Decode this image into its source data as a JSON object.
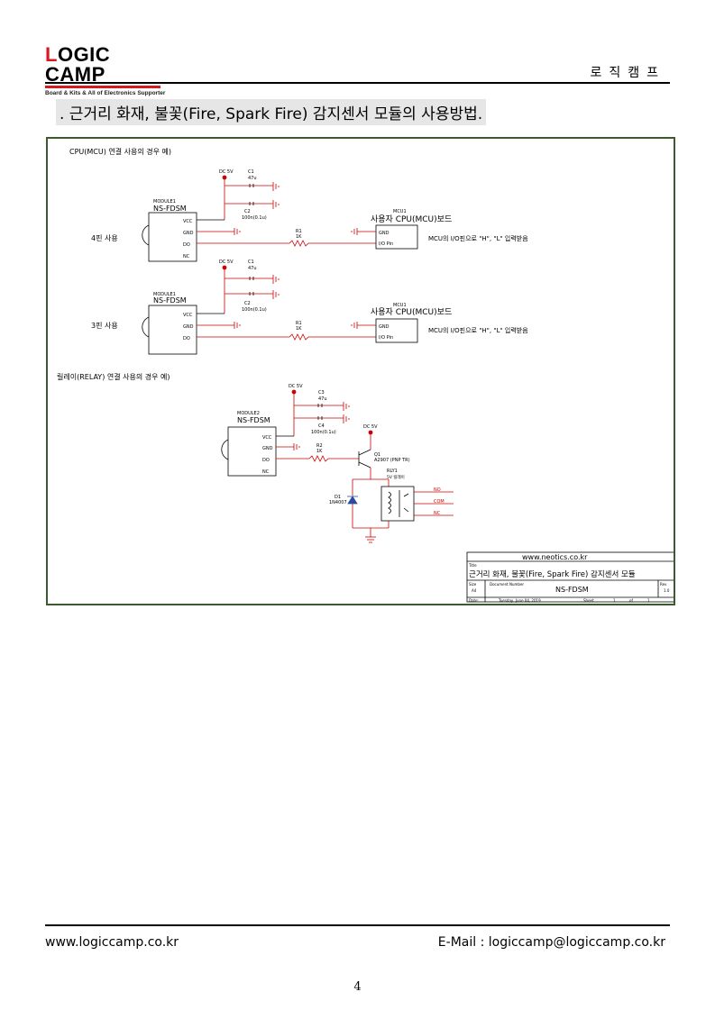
{
  "header": {
    "logo_first_letter": "L",
    "logo_rest": "OGIC CAMP",
    "logo_tagline": "Board & Kits & All of Electronics Supporter",
    "right_text": "로직캠프",
    "brand_color": "#d7191f"
  },
  "title": ". 근거리 화재, 불꽃(Fire, Spark Fire) 감지센서 모듈의 사용방법.",
  "schematic": {
    "section1_title": "CPU(MCU) 연결 사용의 경우 예)",
    "section2_title": "릴레이(RELAY) 연결 사용의 경우 예)",
    "circuit_a": {
      "side_label": "4핀 사용",
      "power": "DC 5V",
      "c1_ref": "C1",
      "c1_val": "47u",
      "c2_ref": "C2",
      "c2_val": "100n(0.1u)",
      "module_ref": "MODULE1",
      "module_name": "NS-FDSM",
      "pins": [
        "VCC",
        "GND",
        "DO",
        "NC"
      ],
      "r_ref": "R1",
      "r_val": "1K",
      "mcu_ref": "MCU1",
      "mcu_title": "사용자 CPU(MCU)보드",
      "mcu_pins": [
        "GND",
        "I/O Pin"
      ],
      "mcu_note": "MCU의 I/O핀으로  \"H\", \"L\" 입력받음"
    },
    "circuit_b": {
      "side_label": "3핀 사용",
      "power": "DC 5V",
      "c1_ref": "C1",
      "c1_val": "47u",
      "c2_ref": "C2",
      "c2_val": "100n(0.1u)",
      "module_ref": "MODULE1",
      "module_name": "NS-FDSM",
      "pins": [
        "VCC",
        "GND",
        "DO"
      ],
      "r_ref": "R1",
      "r_val": "1K",
      "mcu_ref": "MCU1",
      "mcu_title": "사용자 CPU(MCU)보드",
      "mcu_pins": [
        "GND",
        "I/O Pin"
      ],
      "mcu_note": "MCU의 I/O핀으로  \"H\", \"L\" 입력받음"
    },
    "circuit_c": {
      "power1": "DC 5V",
      "c3_ref": "C3",
      "c3_val": "47u",
      "c4_ref": "C4",
      "c4_val": "100n(0.1u)",
      "module_ref": "MODULE2",
      "module_name": "NS-FDSM",
      "pins": [
        "VCC",
        "GND",
        "DO",
        "NC"
      ],
      "r_ref": "R2",
      "r_val": "1K",
      "power2": "DC 5V",
      "q_ref": "Q1",
      "q_val": "A2907 (PNP TR)",
      "rly_ref": "RLY1",
      "rly_val": "5V 릴레이",
      "d_ref": "D1",
      "d_val": "1N4007",
      "contacts": [
        "NO",
        "COM",
        "NC"
      ]
    },
    "title_block": {
      "website": "www.neotics.co.kr",
      "title_label": "Title",
      "title_text": "근거리 화재, 불꽃(Fire, Spark Fire) 감지센서 모듈",
      "size_label": "Size",
      "size_val": "A4",
      "docnum_label": "Document Number",
      "docnum_val": "NS-FDSM",
      "rev_label": "Rev",
      "rev_val": "1.0",
      "date_label": "Date:",
      "date_val": "Tuesday, June 04, 2019",
      "sheet_label": "Sheet",
      "sheet_num": "1",
      "of_label": "of",
      "sheet_total": "1"
    }
  },
  "footer": {
    "website": "www.logiccamp.co.kr",
    "email": "E-Mail : logiccamp@logiccamp.co.kr"
  },
  "page_number": "4"
}
